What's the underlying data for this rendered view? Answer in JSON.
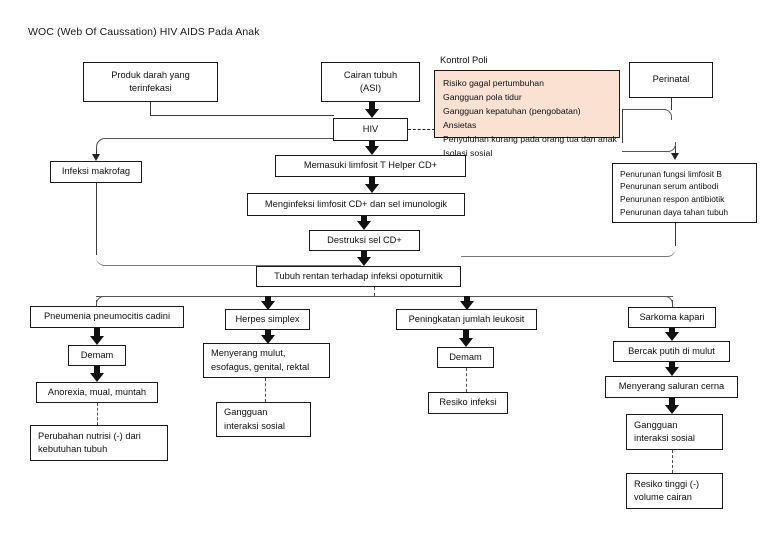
{
  "page": {
    "title": "WOC (Web Of Caussation) HIV AIDS Pada Anak",
    "background_color": "#ffffff",
    "accent_box_color": "#fbe1d2",
    "line_color": "#333333"
  },
  "nodes": {
    "produk_darah": "Produk darah yang\nterinfekasi",
    "cairan_tubuh": "Cairan tubuh\n(ASI)",
    "perinatal": "Perinatal",
    "hiv": "HIV",
    "infeksi_makrofag": "Infeksi makrofag",
    "memasuki_limfosit": "Memasuki limfosit T Helper CD+",
    "menginfeksi_limfosit": "Menginfeksi limfosit CD+ dan sel imunologik",
    "destruksi_sel": "Destruksi sel CD+",
    "tubuh_rentan": "Tubuh rentan terhadap infeksi opoturnitik",
    "penurunan_box": [
      "Penurunan fungsi limfosit B",
      "Penurunan serum antibodi",
      "Penurunan respon antibiotik",
      "Penurunan daya tahan tubuh"
    ],
    "pneumenia": "Pneumenia pneumocitis cadini",
    "demam_left": "Demam",
    "anorexia": "Anorexia, mual, muntah",
    "perubahan_nutrisi": "Perubahan nutrisi (-) dari\nkebutuhan tubuh",
    "herpes": "Herpes simplex",
    "menyerang_mulut": "Menyerang mulut,\nesofagus, genital, rektal",
    "gangguan_interaksi_2": "Gangguan\ninteraksi sosial",
    "peningkatan_leukosit": "Peningkatan jumlah leukosit",
    "demam_mid": "Demam",
    "resiko_infeksi": "Resiko infeksi",
    "sarkoma": "Sarkoma kapari",
    "bercak_putih": "Bercak putih di mulut",
    "menyerang_saluran": "Menyerang saluran cerna",
    "gangguan_interaksi_4": "Gangguan\ninteraksi sosial",
    "resiko_tinggi": "Resiko tinggi (-)\nvolume cairan"
  },
  "kontrol_poli": {
    "label": "Kontrol Poli",
    "items": [
      "Risiko gagal pertumbuhan",
      "Gangguan pola tidur",
      "Gangguan kepatuhan (pengobatan)",
      "Ansietas",
      "Penyuluhan kurang pada orang tua dan anak",
      "Isolasi sosial"
    ]
  }
}
